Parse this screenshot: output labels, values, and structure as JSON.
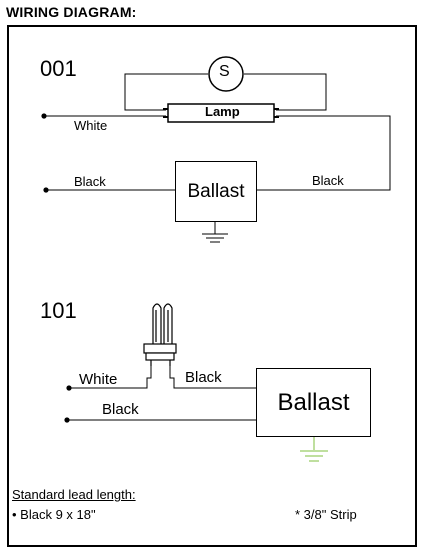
{
  "header": {
    "title": "WIRING DIAGRAM:"
  },
  "diagram_001": {
    "label": "001",
    "starter_symbol": "S",
    "lamp_label": "Lamp",
    "wire_white": "White",
    "wire_black_left": "Black",
    "wire_black_right": "Black",
    "ballast_label": "Ballast",
    "ground_icon": "ground-icon"
  },
  "diagram_101": {
    "label": "101",
    "lamp_icon": "cfl-lamp-icon",
    "wire_white": "White",
    "wire_black_lamp": "Black",
    "wire_black_line": "Black",
    "ballast_label": "Ballast",
    "ground_icon": "ground-icon",
    "ground_color": "#7fbf3f"
  },
  "footer": {
    "heading": "Standard lead length:",
    "lead_spec": "• Black 9 x 18\"",
    "strip_note": "* 3/8\" Strip"
  }
}
